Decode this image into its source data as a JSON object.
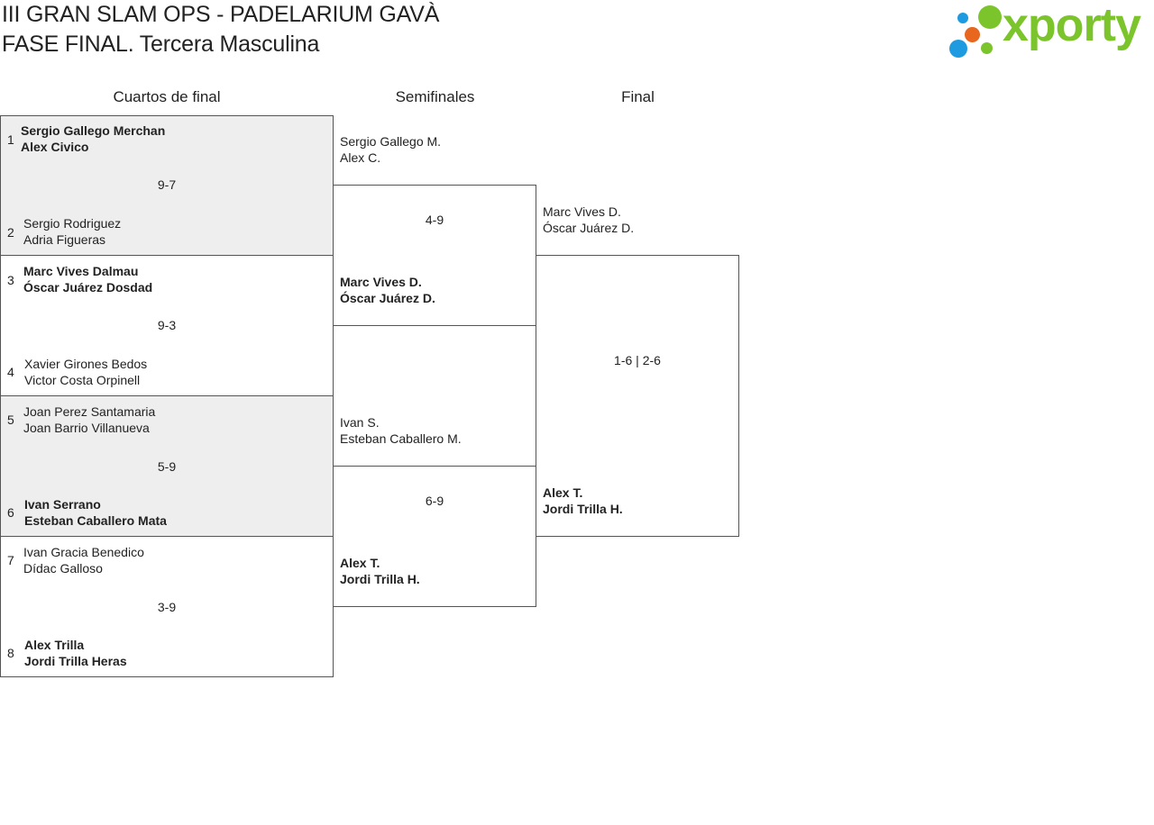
{
  "header": {
    "title_line1": "III GRAN SLAM OPS - PADELARIUM GAVÀ",
    "title_line2": "FASE FINAL. Tercera Masculina"
  },
  "logo": {
    "text": "xporty",
    "colors": {
      "green": "#7cc42c",
      "blue": "#1e9be0",
      "orange": "#e8661e"
    }
  },
  "columns": {
    "quarterfinals": "Cuartos de final",
    "semifinals": "Semifinales",
    "final": "Final"
  },
  "quarterfinals": [
    {
      "score": "9-7",
      "team1": {
        "seed": "1",
        "player1": "Sergio Gallego Merchan",
        "player2": "Alex Civico",
        "winner": true
      },
      "team2": {
        "seed": "2",
        "player1": "Sergio Rodriguez",
        "player2": "Adria Figueras",
        "winner": false
      }
    },
    {
      "score": "9-3",
      "team1": {
        "seed": "3",
        "player1": "Marc Vives Dalmau",
        "player2": "Óscar Juárez Dosdad",
        "winner": true
      },
      "team2": {
        "seed": "4",
        "player1": "Xavier Girones Bedos",
        "player2": "Victor Costa Orpinell",
        "winner": false
      }
    },
    {
      "score": "5-9",
      "team1": {
        "seed": "5",
        "player1": "Joan Perez Santamaria",
        "player2": "Joan Barrio Villanueva",
        "winner": false
      },
      "team2": {
        "seed": "6",
        "player1": "Ivan Serrano",
        "player2": "Esteban Caballero Mata",
        "winner": true
      }
    },
    {
      "score": "3-9",
      "team1": {
        "seed": "7",
        "player1": "Ivan Gracia Benedico",
        "player2": "Dídac Galloso",
        "winner": false
      },
      "team2": {
        "seed": "8",
        "player1": "Alex Trilla",
        "player2": "Jordi Trilla Heras",
        "winner": true
      }
    }
  ],
  "semifinals": [
    {
      "score": "4-9",
      "team1": {
        "player1": "Sergio Gallego M.",
        "player2": "Alex C.",
        "winner": false
      },
      "team2": {
        "player1": "Marc Vives D.",
        "player2": "Óscar Juárez D.",
        "winner": true
      }
    },
    {
      "score": "6-9",
      "team1": {
        "player1": "Ivan S.",
        "player2": "Esteban Caballero M.",
        "winner": false
      },
      "team2": {
        "player1": "Alex T.",
        "player2": "Jordi Trilla H.",
        "winner": true
      }
    }
  ],
  "final": {
    "score": "1-6 | 2-6",
    "team1": {
      "player1": "Marc Vives D.",
      "player2": "Óscar Juárez D.",
      "winner": false
    },
    "team2": {
      "player1": "Alex T.",
      "player2": "Jordi Trilla H.",
      "winner": true
    }
  }
}
